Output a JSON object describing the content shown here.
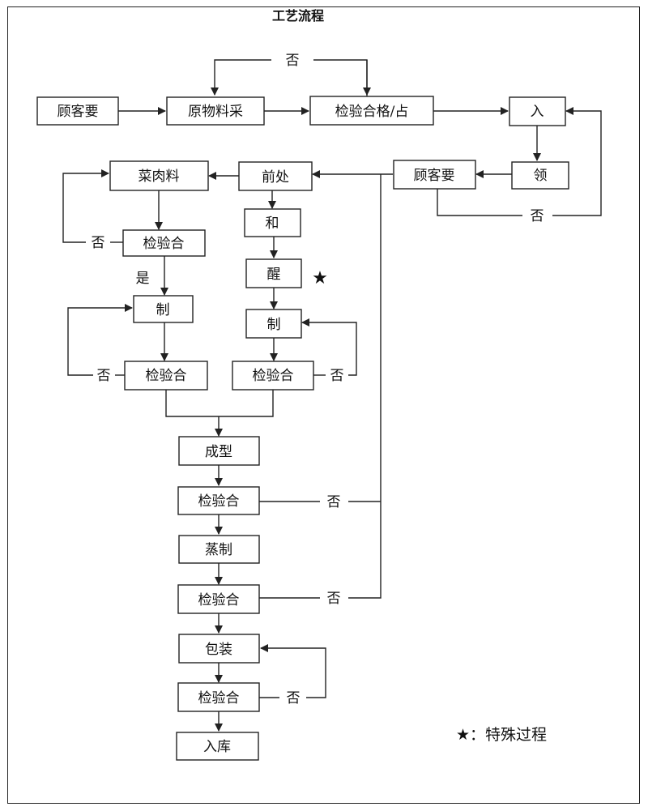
{
  "title": "工艺流程",
  "nodes": {
    "customer_req_1": "顾客要",
    "raw_purchase": "原物料采",
    "inspect_purchase": "检验合格/占",
    "inbound": "入",
    "requisition": "领",
    "customer_req_2": "顾客要",
    "pre_process": "前处",
    "meat_veg": "菜肉料",
    "inspect_meat": "检验合",
    "make_left": "制",
    "inspect_left": "检验合",
    "mix": "和",
    "ferment": "醒",
    "make_right": "制",
    "inspect_right": "检验合",
    "forming": "成型",
    "inspect_forming": "检验合",
    "steaming": "蒸制",
    "inspect_steam": "检验合",
    "packing": "包装",
    "inspect_pack": "检验合",
    "warehouse": "入库"
  },
  "edge_labels": {
    "no": "否",
    "yes": "是"
  },
  "special_mark": "★",
  "legend": "★：特殊过程"
}
